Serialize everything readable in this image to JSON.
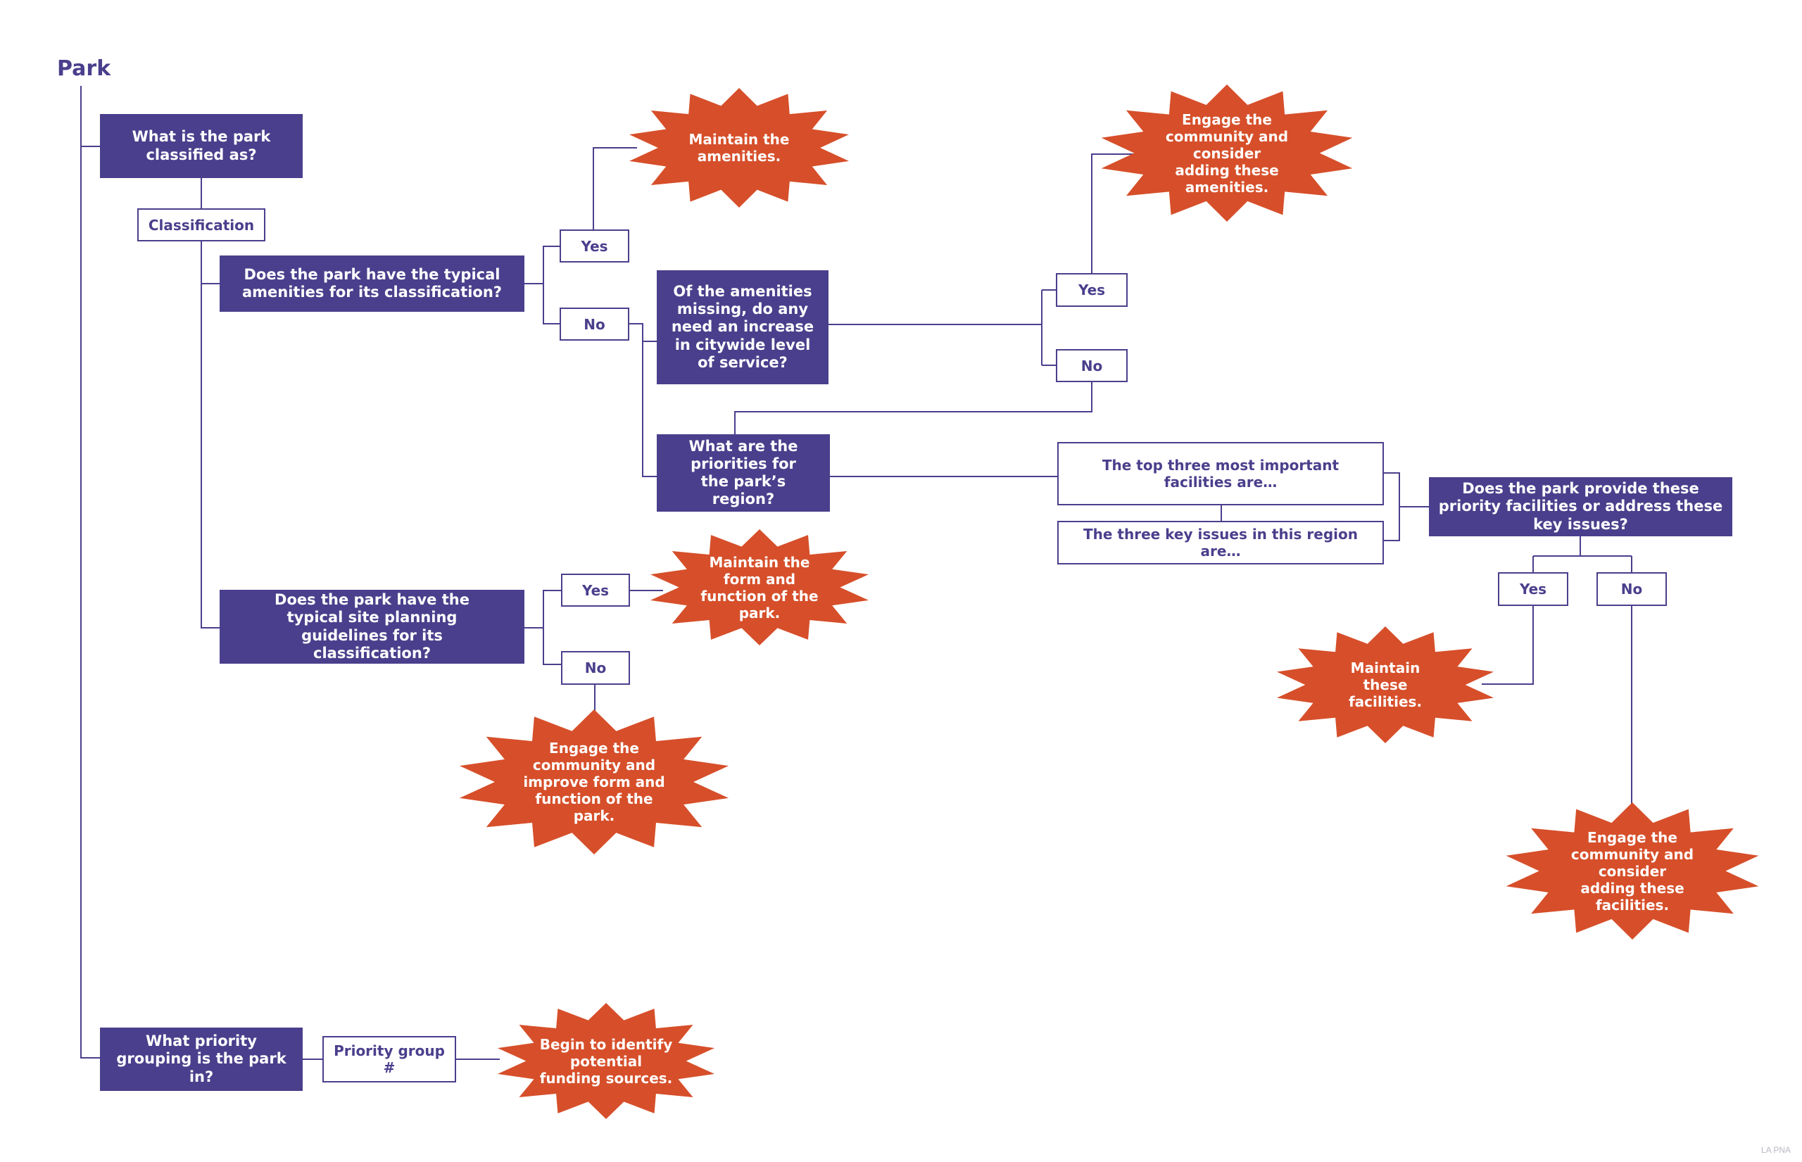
{
  "diagram": {
    "title": "Park",
    "colors": {
      "primary": "#4a3f8c",
      "burst": "#d64f2a",
      "background": "#ffffff"
    },
    "questions": {
      "classified": "What is the park classified as?",
      "typical_amenities": "Does the park have the typical amenities for its classification?",
      "amenities_missing": "Of the amenities missing, do any need an increase in citywide level of service?",
      "region_priorities": "What are the priorities for the park’s region?",
      "site_planning": "Does the park have the typical site planning guidelines for its classification?",
      "priority_grouping": "What priority grouping is the park in?",
      "provide_priority": "Does the park provide these priority facilities or address these key issues?"
    },
    "answers": {
      "classification": "Classification",
      "amenities_yes": "Yes",
      "amenities_no": "No",
      "missing_yes": "Yes",
      "missing_no": "No",
      "top_three": "The top three most important facilities are…",
      "key_issues": "The three key issues in this region are…",
      "site_yes": "Yes",
      "site_no": "No",
      "provide_yes": "Yes",
      "provide_no": "No",
      "priority_group": "Priority group #"
    },
    "outcomes": {
      "maintain_amenities": "Maintain the amenities.",
      "engage_amenities": "Engage the community and consider adding these amenities.",
      "maintain_form": "Maintain the form and function of the park.",
      "engage_form": "Engage the community and improve form and function of the park.",
      "maintain_facilities": "Maintain these facilities.",
      "engage_facilities": "Engage the community and consider adding these facilities.",
      "funding": "Begin to identify potential funding sources."
    },
    "footer": "LA PNA"
  }
}
